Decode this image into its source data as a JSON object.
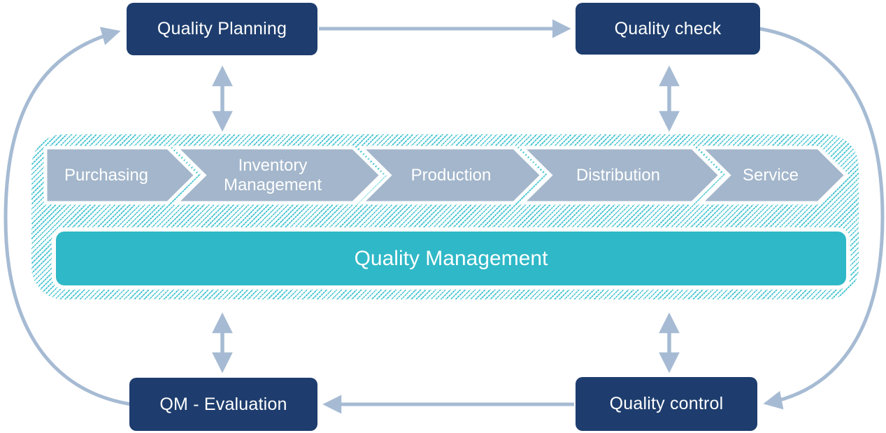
{
  "diagram": {
    "nodes": {
      "quality_planning": {
        "label": "Quality Planning"
      },
      "quality_check": {
        "label": "Quality check"
      },
      "qm_evaluation": {
        "label": "QM - Evaluation"
      },
      "quality_control": {
        "label": "Quality control"
      }
    },
    "value_chain": {
      "steps": [
        {
          "label": "Purchasing"
        },
        {
          "label": "Inventory Management"
        },
        {
          "label": "Production"
        },
        {
          "label": "Distribution"
        },
        {
          "label": "Service"
        }
      ],
      "banner": {
        "label": "Quality Management"
      }
    },
    "connections": [
      "Quality Planning -> Quality check",
      "Quality check -> Quality control",
      "Quality control -> QM - Evaluation",
      "QM - Evaluation -> Quality Planning",
      "Quality Planning <-> value chain",
      "Quality check <-> value chain",
      "QM - Evaluation <-> value chain",
      "Quality control <-> value chain"
    ],
    "colors": {
      "node_fill": "#1e3d6e",
      "chevron_fill": "#a3b6cb",
      "banner_fill": "#2fb8c7",
      "hatch_stripe": "#3fc2cf",
      "arrow": "#a6bbd3",
      "text": "#ffffff",
      "background": "#ffffff"
    }
  }
}
